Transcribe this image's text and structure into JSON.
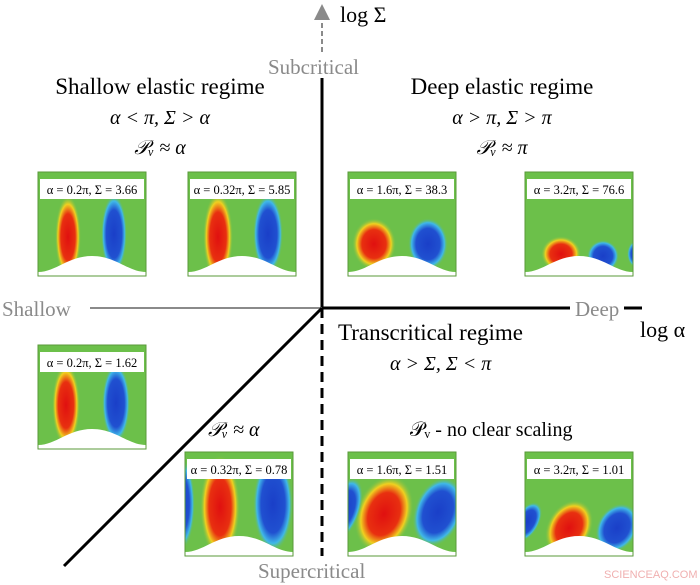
{
  "axes": {
    "y_label": "log Σ",
    "x_label": "log α",
    "top": "Subcritical",
    "bottom": "Supercritical",
    "left": "Shallow",
    "right": "Deep"
  },
  "regimes": {
    "shallow": {
      "title": "Shallow elastic regime",
      "condition": "α < π, Σ > α",
      "scaling": "𝒫ᵥ ≈ α"
    },
    "deep": {
      "title": "Deep elastic regime",
      "condition": "α > π, Σ > π",
      "scaling": "𝒫ᵥ ≈ π"
    },
    "transcritical": {
      "title": "Transcritical regime",
      "condition": "α > Σ, Σ < π",
      "scaling_left": "𝒫ᵥ ≈ α",
      "scaling_right": "𝒫ᵥ - no clear scaling"
    }
  },
  "panels": [
    {
      "label": "α = 0.2π, Σ = 3.66"
    },
    {
      "label": "α = 0.32π, Σ = 5.85"
    },
    {
      "label": "α = 1.6π, Σ = 38.3"
    },
    {
      "label": "α = 3.2π, Σ = 76.6"
    },
    {
      "label": "α = 0.2π, Σ = 1.62"
    },
    {
      "label": "α = 0.32π, Σ = 0.78"
    },
    {
      "label": "α = 1.6π, Σ = 1.51"
    },
    {
      "label": "α = 3.2π, Σ = 1.01"
    }
  ],
  "watermark": "SCIENCEAQ.COM",
  "colors": {
    "field": "#6cc04a",
    "positive": "#e01010",
    "negative": "#1a3fc8",
    "axis_gray": "#8a8a8a"
  }
}
